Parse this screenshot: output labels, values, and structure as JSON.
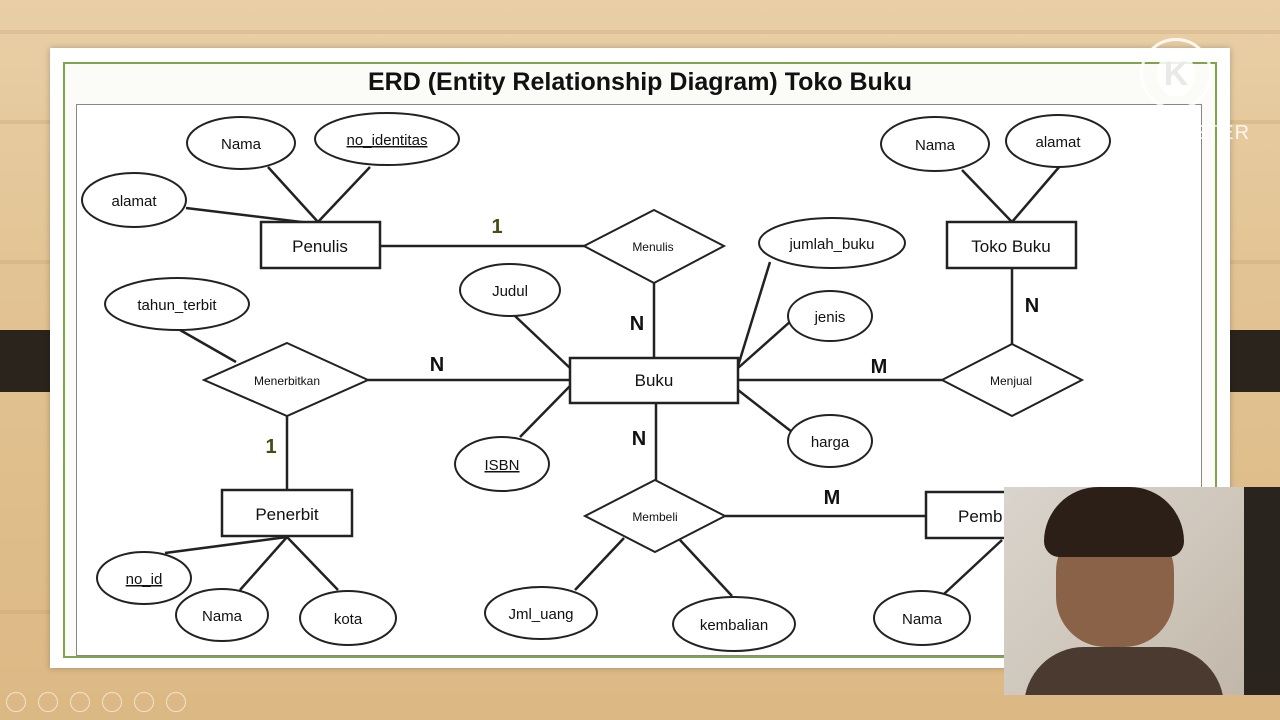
{
  "slide": {
    "title": "ERD (Entity Relationship Diagram) Toko Buku"
  },
  "entities": {
    "penulis": "Penulis",
    "buku": "Buku",
    "toko_buku": "Toko Buku",
    "penerbit": "Penerbit",
    "pembeli": "Pemb"
  },
  "relationships": {
    "menulis": "Menulis",
    "menerbitkan": "Menerbitkan",
    "menjual": "Menjual",
    "membeli": "Membeli"
  },
  "attributes": {
    "penulis_nama": "Nama",
    "penulis_no_identitas": "no_identitas",
    "penulis_alamat": "alamat",
    "buku_judul": "Judul",
    "buku_isbn": "ISBN",
    "buku_jumlah_buku": "jumlah_buku",
    "buku_jenis": "jenis",
    "buku_harga": "harga",
    "menerbitkan_tahun_terbit": "tahun_terbit",
    "toko_nama": "Nama",
    "toko_alamat": "alamat",
    "penerbit_no_id": "no_id",
    "penerbit_nama": "Nama",
    "penerbit_kota": "kota",
    "membeli_jml_uang": "Jml_uang",
    "membeli_kembalian": "kembalian",
    "pembeli_nama": "Nama"
  },
  "cardinalities": {
    "penulis_menulis": "1",
    "menulis_buku": "N",
    "menerbitkan_buku": "N",
    "penerbit_menerbitkan": "1",
    "buku_menjual": "M",
    "toko_menjual": "N",
    "buku_membeli": "N",
    "membeli_pembeli": "M"
  },
  "watermark": {
    "text": "KINEMASTER",
    "logo_letter": "K"
  }
}
